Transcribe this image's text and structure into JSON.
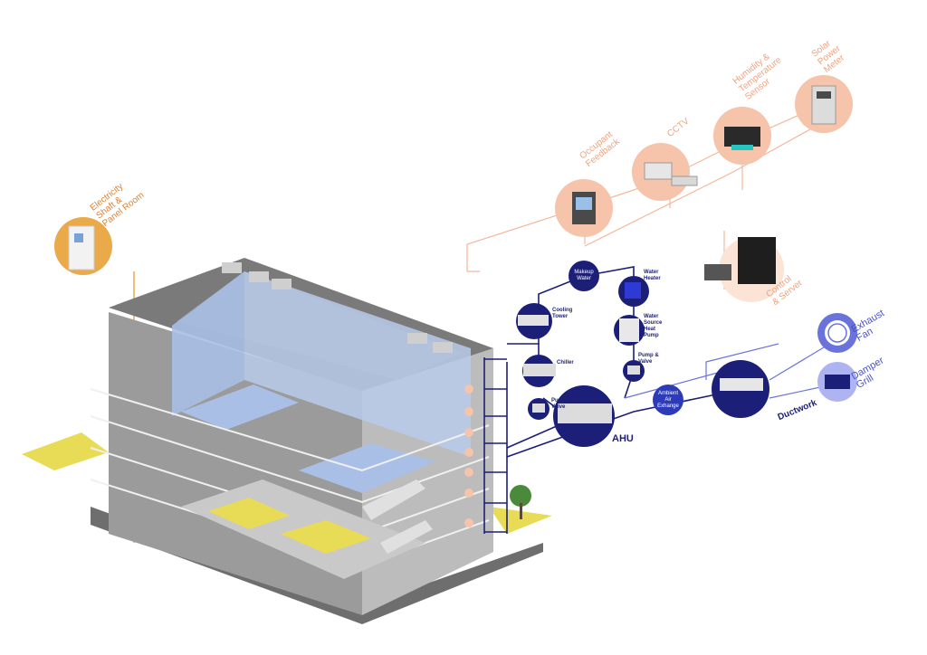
{
  "sensors": {
    "electricity": "Electricity\nShaft &\nPanel Room",
    "occupant_feedback": "Occupant\nFeedback",
    "cctv": "CCTV",
    "humidity": "Humidity &\nTemperature\nSensor",
    "solar": "Solar\nPower\nMeter",
    "control_server": "Control\n& Server"
  },
  "hvac": {
    "makeup_water": "Makeup\nWater",
    "water_heater": "Water\nHeater",
    "cooling_tower": "Cooling\nTower",
    "water_source_heat_pump": "Water\nSource\nHeat\nPump",
    "chiller": "Chiller",
    "pump_valve_left": "Pump &\nValve",
    "pump_valve_right": "Pump &\nValve",
    "ambient_air": "Ambient\nAir\nExhange",
    "ahu": "AHU",
    "ductwork": "Ductwork",
    "exhaust_fan": "Exhaust\nFan",
    "damper_grill": "Damper\nGrill"
  },
  "colors": {
    "orange_line": "#f4b69a",
    "orange_circle": "#f6c3ab",
    "electricity_circle": "#ebaa4a",
    "navy": "#1c1f78",
    "blue_light": "#6a73db",
    "blue_pale": "#aeb4f2",
    "building_gray": "#8a8a8a",
    "glass_blue": "#a9bfe6",
    "grass_yellow": "#e8dc57"
  }
}
